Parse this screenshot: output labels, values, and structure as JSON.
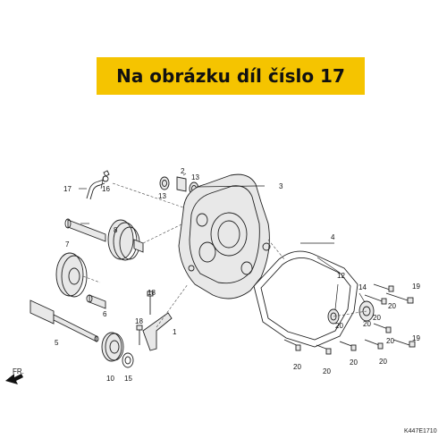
{
  "banner": {
    "text": "Na obrázku díl číslo 17",
    "color": "#f5c400"
  },
  "direction_label": "FR.",
  "diagram_code": "K447E1710",
  "callouts": {
    "c1": "1",
    "c2": "2",
    "c3": "3",
    "c4": "4",
    "c5": "5",
    "c6": "6",
    "c7": "7",
    "c8": "8",
    "c10": "10",
    "c12": "12",
    "c13a": "13",
    "c13b": "13",
    "c14": "14",
    "c15": "15",
    "c16": "16",
    "c17": "17",
    "c18a": "18",
    "c18b": "18",
    "c19a": "19",
    "c19b": "19",
    "c20a": "20",
    "c20b": "20",
    "c20c": "20",
    "c20d": "20",
    "c20e": "20",
    "c20f": "20",
    "c20g": "20",
    "c20h": "20",
    "c20i": "20"
  }
}
